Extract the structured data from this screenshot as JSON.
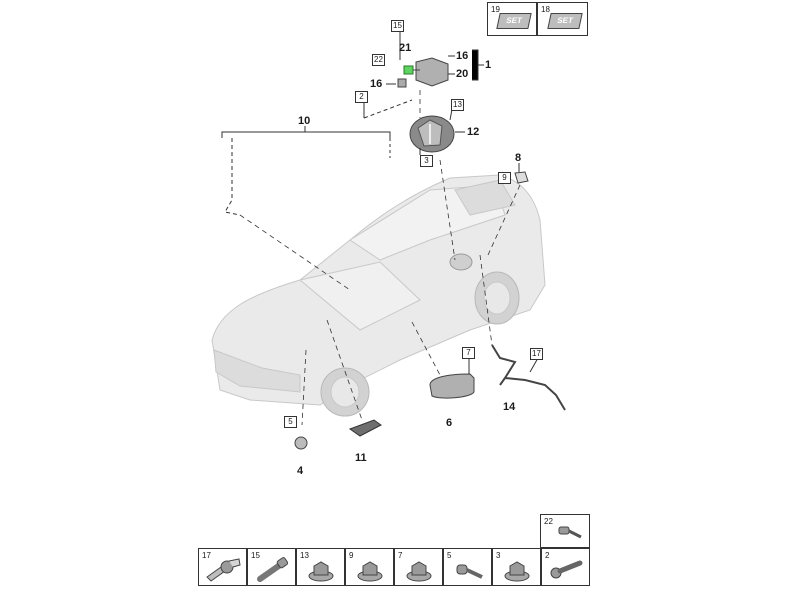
{
  "callouts": {
    "c1": "1",
    "c4": "4",
    "c6": "6",
    "c8": "8",
    "c10": "10",
    "c11": "11",
    "c12": "12",
    "c14": "14",
    "c16a": "16",
    "c16b": "16",
    "c20": "20",
    "c21": "21"
  },
  "boxed_labels": {
    "b2": "2",
    "b3": "3",
    "b5": "5",
    "b7": "7",
    "b9": "9",
    "b13": "13",
    "b15": "15",
    "b17": "17",
    "b22": "22"
  },
  "top_kits": [
    {
      "num": "19",
      "badge": "SET"
    },
    {
      "num": "18",
      "badge": "SET"
    }
  ],
  "fastener_row": [
    {
      "num": "17",
      "icon": "clip-icon"
    },
    {
      "num": "15",
      "icon": "bolt-icon"
    },
    {
      "num": "13",
      "icon": "nut-icon"
    },
    {
      "num": "9",
      "icon": "nut-icon"
    },
    {
      "num": "7",
      "icon": "nut-icon"
    },
    {
      "num": "5",
      "icon": "screw-icon"
    },
    {
      "num": "3",
      "icon": "nut-icon"
    },
    {
      "num": "2",
      "icon": "bolt-icon"
    }
  ],
  "fastener_extra": {
    "num": "22",
    "icon": "screw-icon"
  },
  "colors": {
    "line": "#333333",
    "part": "#cfcfcf",
    "car": "#e6e6e6",
    "highlight": "#5fd35f"
  }
}
